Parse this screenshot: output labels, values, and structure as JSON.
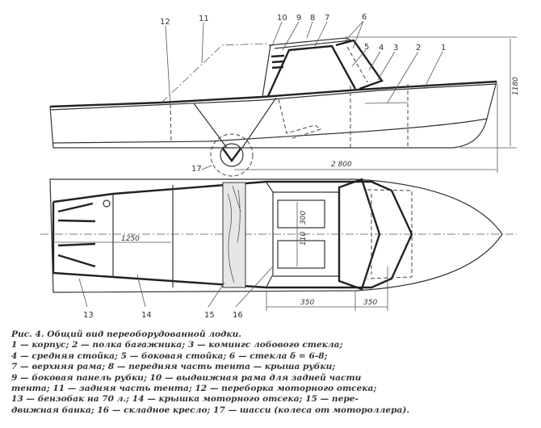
{
  "side_view": {
    "labels": [
      "1",
      "2",
      "3",
      "4",
      "5",
      "6",
      "7",
      "8",
      "9",
      "10",
      "11",
      "12",
      "17"
    ],
    "dims": {
      "height": "1180",
      "length": "2 800"
    }
  },
  "plan_view": {
    "labels": [
      "13",
      "14",
      "15",
      "16"
    ],
    "dims": {
      "d1250": "1250",
      "d300": "300",
      "d110": "110",
      "d350a": "350",
      "d350b": "350"
    }
  },
  "caption": {
    "lines": [
      "Рис. 4. Общий вид переоборудованной лодки.",
      "1 — корпус; 2 — полка багажника; 3 — комингс лобового стекла;",
      "4 — средняя стойка; 5 — боковая стойка; 6 — стекла δ = 6-8;",
      "7 — верхняя рама; 8 — передняя часть тента — крыша рубки;",
      "9 — боковая панель рубки; 10 — выдвижная рама для задней части",
      "тента; 11 — задняя часть тента; 12 — переборка моторного отсека;",
      "13 — бензобак на 70 л.; 14 — крышка моторного отсека; 15 — пере-",
      "движная банка; 16 — складное кресло; 17 — шасси (колеса от мотороллера)."
    ]
  }
}
